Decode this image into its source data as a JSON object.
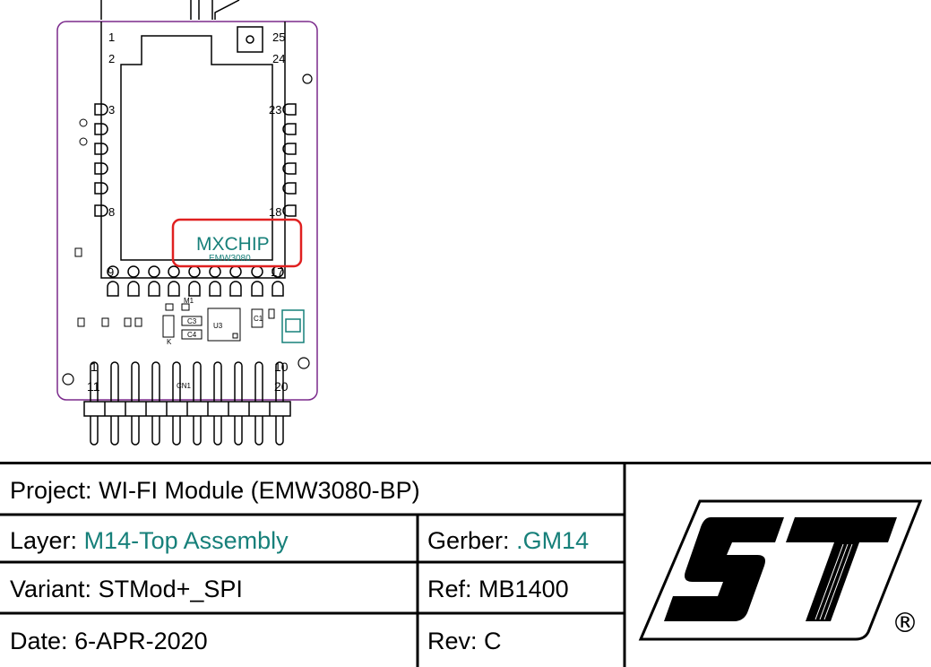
{
  "board": {
    "pin_labels": {
      "p1": "1",
      "p2": "2",
      "p3": "3",
      "p8": "8",
      "p9": "9",
      "p17": "17",
      "p18": "18",
      "p23": "23",
      "p24": "24",
      "p25": "25"
    },
    "chip_brand": "MXCHIP",
    "chip_model": "EMW3080",
    "header_pin_labels": {
      "h1": "1",
      "h11": "11",
      "h10": "10",
      "h20": "20"
    },
    "component_labels": {
      "c3": "C3",
      "c4": "C4",
      "u3": "U3",
      "c1": "C1",
      "m1": "M1",
      "cn1": "CN1",
      "k": "K"
    },
    "colors": {
      "outline": "#7b2a8c",
      "teal": "#17807a",
      "highlight": "#e02020"
    }
  },
  "title_block": {
    "project_label": "Project:",
    "project_value": "WI-FI Module (EMW3080-BP)",
    "layer_label": "Layer:",
    "layer_value": "M14-Top Assembly",
    "gerber_label": "Gerber:",
    "gerber_value": ".GM14",
    "variant_label": "Variant:",
    "variant_value": "STMod+_SPI",
    "ref_label": "Ref:",
    "ref_value": "MB1400",
    "date_label": "Date:",
    "date_value": "6-APR-2020",
    "rev_label": "Rev:",
    "rev_value": "C"
  },
  "logo": {
    "name": "st-logo",
    "registered_mark": "®"
  }
}
